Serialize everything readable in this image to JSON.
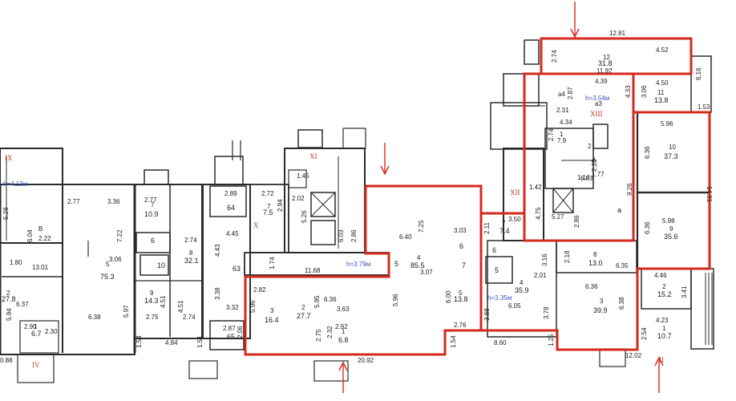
{
  "plan": {
    "accent_color": "#d42a1e",
    "wall_color": "#2b2b2b",
    "height_note_color": "#3a52c8",
    "height_notes": [
      "h=4.13м",
      "h=3.79м",
      "h=3.35м",
      "h=3.54м"
    ],
    "entrance_marks": [
      "IX",
      "XI",
      "X",
      "XII",
      "XIII",
      "IV",
      "II"
    ],
    "rooms": [
      {
        "no": "2",
        "area": "27.8"
      },
      {
        "no": "1",
        "area": "6.7"
      },
      {
        "no": "5",
        "area": "75.3"
      },
      {
        "no": "7",
        "area": "10.9"
      },
      {
        "no": "8",
        "area": "32.1"
      },
      {
        "no": "9",
        "area": "14.3"
      },
      {
        "no": "64",
        "area": ""
      },
      {
        "no": "63",
        "area": ""
      },
      {
        "no": "65",
        "area": ""
      },
      {
        "no": "7",
        "area": "7.5"
      },
      {
        "no": "4",
        "area": "85.5"
      },
      {
        "no": "3",
        "area": "16.4"
      },
      {
        "no": "2",
        "area": "27.7"
      },
      {
        "no": "1",
        "area": "6.8"
      },
      {
        "no": "5",
        "area": "13.8"
      },
      {
        "no": "7",
        "area": "7.4"
      },
      {
        "no": "4",
        "area": "35.9"
      },
      {
        "no": "8",
        "area": "13.0"
      },
      {
        "no": "3",
        "area": "39.9"
      },
      {
        "no": "2",
        "area": "15.2"
      },
      {
        "no": "1",
        "area": "10.7"
      },
      {
        "no": "10",
        "area": "37.3"
      },
      {
        "no": "9",
        "area": "35.6"
      },
      {
        "no": "12",
        "area": "31.8"
      },
      {
        "no": "11",
        "area": "13.8"
      },
      {
        "no": "1",
        "area": "7.9"
      }
    ],
    "letters": [
      "a",
      "a3",
      "a4",
      "A",
      "B",
      "6",
      "10",
      "5",
      "6",
      "7",
      "6",
      "5",
      "2"
    ],
    "dims": [
      "12.81",
      "11.92",
      "2.74",
      "4.52",
      "4.39",
      "2.87",
      "4.33",
      "4.50",
      "3.06",
      "6.16",
      "1.53",
      "2.31",
      "4.34",
      "5.96",
      "6.36",
      "14.31",
      "2.74",
      "2.26",
      "6.03",
      "1.77",
      "9.26",
      "1.42",
      "5.27",
      "2.86",
      "4.75",
      "3.50",
      "2.11",
      "5.98",
      "6.36",
      "1.14",
      "2.77",
      "3.36",
      "7.22",
      "3.06",
      "13.01",
      "1.80",
      "5.28",
      "2.22",
      "6.04",
      "6.37",
      "5.94",
      "2.90",
      "2.30",
      "6.38",
      "5.97",
      "1.54",
      "4.84",
      "1.51",
      "0.88",
      "2.77",
      "2.74",
      "4.51",
      "2.75",
      "2.74",
      "4.51",
      "2.89",
      "2.72",
      "2.94",
      "2.02",
      "1.45",
      "4.45",
      "4.43",
      "3.38",
      "3.32",
      "2.87",
      "2.06",
      "1.74",
      "11.68",
      "5.26",
      "6.03",
      "2.86",
      "6.40",
      "7.25",
      "3.03",
      "3.07",
      "2.82",
      "6.36",
      "5.96",
      "5.95",
      "3.63",
      "2.32",
      "2.92",
      "2.75",
      "5.96",
      "6.00",
      "2.76",
      "20.92",
      "1.54",
      "3.16",
      "2.18",
      "6.35",
      "2.01",
      "6.05",
      "3.88",
      "3.78",
      "8.60",
      "1.25",
      "6.36",
      "6.38",
      "4.46",
      "3.41",
      "4.23",
      "2.54",
      "12.02"
    ]
  }
}
